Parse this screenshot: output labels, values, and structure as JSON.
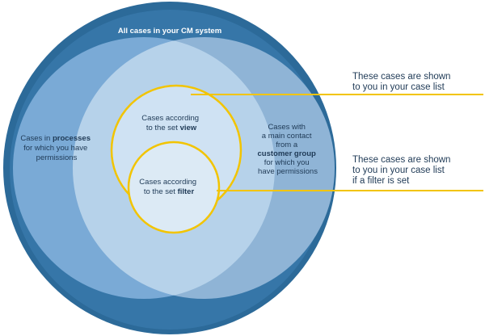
{
  "outer_title": "All  cases in your CM system",
  "left_region": {
    "line1": "Cases in ",
    "line1_bold": "processes",
    "line2": "for which you have",
    "line3": "permissions"
  },
  "right_region": {
    "line1": "Cases with",
    "line2": "a main contact",
    "line3": "from a",
    "line4_bold": "customer group",
    "line5": "for which you",
    "line6": "have permissions"
  },
  "view_circle": {
    "line1": "Cases according",
    "line2": "to the set ",
    "line2_bold": "view"
  },
  "filter_circle": {
    "line1": "Cases according",
    "line2": "to the set ",
    "line2_bold": "filter"
  },
  "callout_view": {
    "line1": "These cases are shown",
    "line2": "to you in your case list"
  },
  "callout_filter": {
    "line1": "These cases are shown",
    "line2": "to you in your case list",
    "line3": "if a filter is set"
  },
  "colors": {
    "outer_fill": "#2c6a99",
    "outer_inner_band": "#3676a8",
    "left_fill": "#7aaad6",
    "right_fill": "#8fb4d6",
    "overlap_fill": "#b6d2ea",
    "view_fill": "#cfe2f3",
    "filter_fill": "#dceaf5",
    "highlight": "#f2c400",
    "dark_text": "#1f3a56",
    "white_text": "#ffffff"
  }
}
